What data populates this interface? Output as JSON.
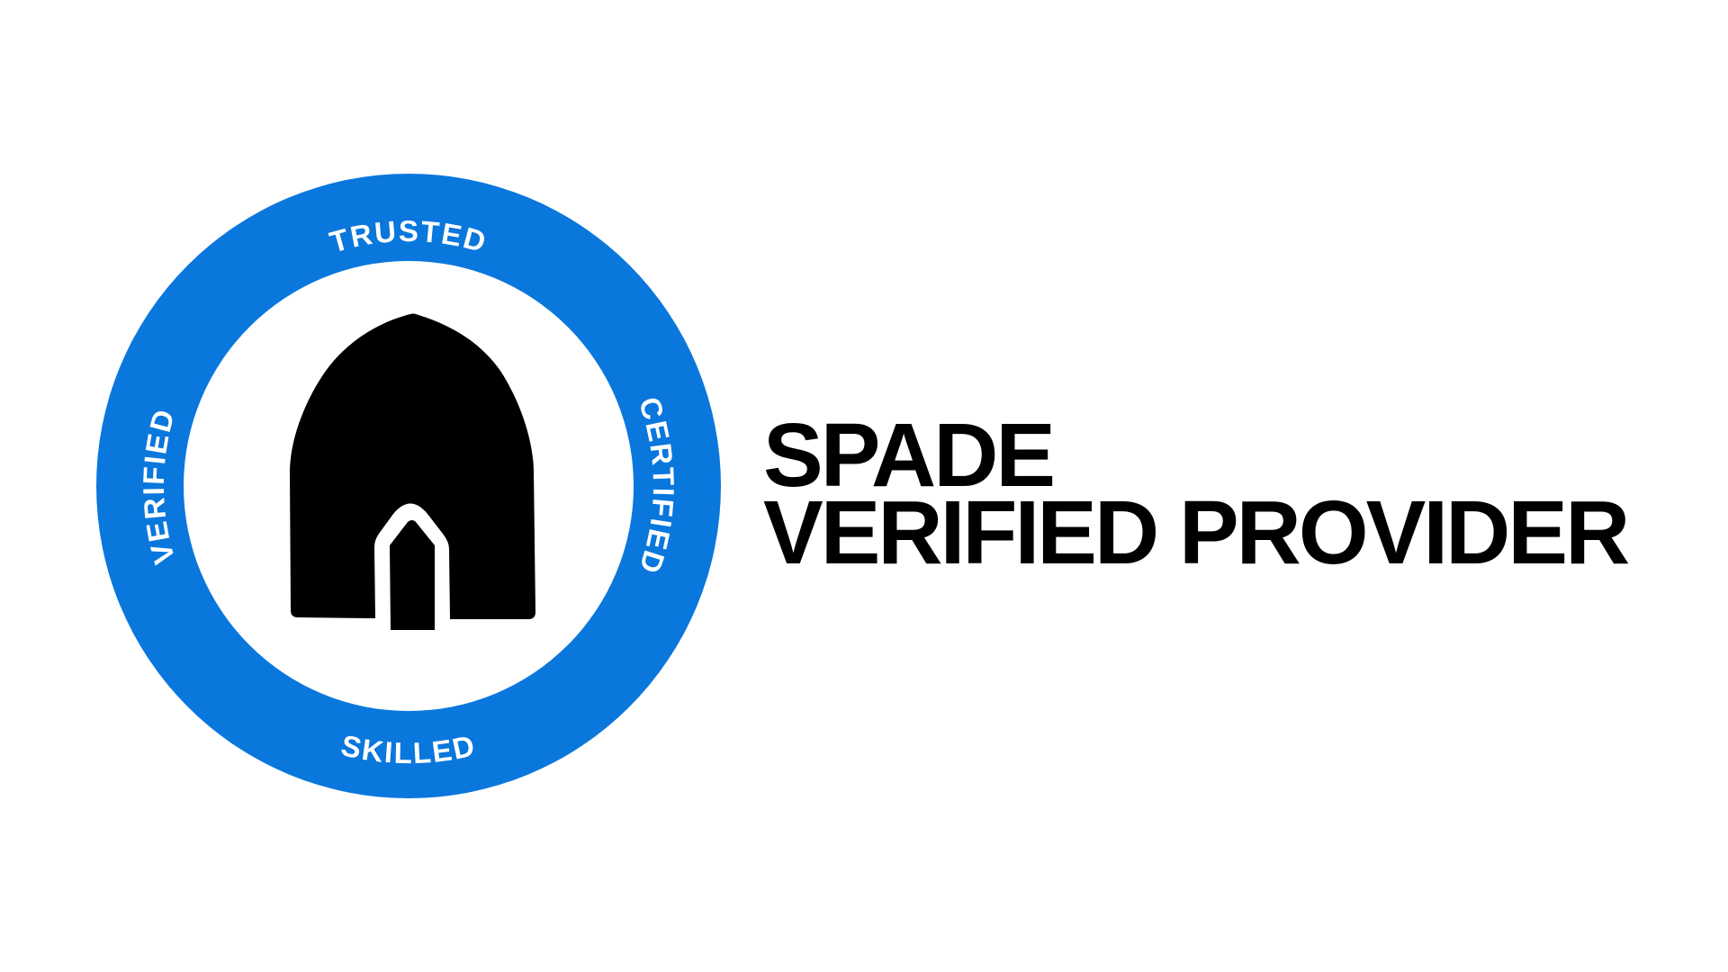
{
  "badge": {
    "ring_words": {
      "top": "TRUSTED",
      "right": "CERTIFIED",
      "bottom": "SKILLED",
      "left": "VERIFIED"
    },
    "icon": "spade-shovel-icon",
    "colors": {
      "ring": "#0a77dd",
      "icon": "#000000",
      "background": "#ffffff"
    }
  },
  "heading": {
    "line1": "SPADE",
    "line2": "VERIFIED PROVIDER"
  }
}
